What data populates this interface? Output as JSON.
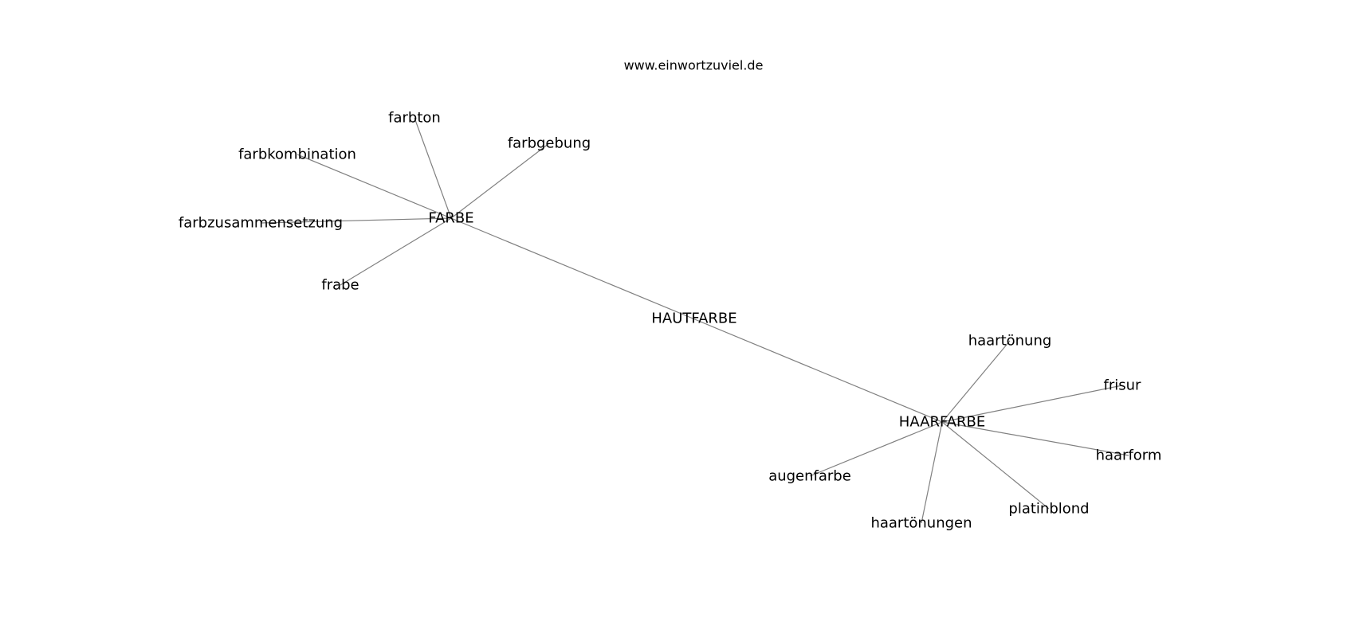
{
  "watermark": "www.einwortzuviel.de",
  "colors": {
    "edge": "#808080",
    "text": "#000000",
    "background": "#ffffff"
  },
  "nodes": [
    {
      "id": "hautfarbe",
      "label": "HAUTFARBE"
    },
    {
      "id": "farbe",
      "label": "FARBE"
    },
    {
      "id": "haarfarbe",
      "label": "HAARFARBE"
    },
    {
      "id": "farbton",
      "label": "farbton"
    },
    {
      "id": "farbgebung",
      "label": "farbgebung"
    },
    {
      "id": "farbkombination",
      "label": "farbkombination"
    },
    {
      "id": "farbzusammensetzung",
      "label": "farbzusammensetzung"
    },
    {
      "id": "frabe",
      "label": "frabe"
    },
    {
      "id": "haartoenung",
      "label": "haartönung"
    },
    {
      "id": "frisur",
      "label": "frisur"
    },
    {
      "id": "haarform",
      "label": "haarform"
    },
    {
      "id": "platinblond",
      "label": "platinblond"
    },
    {
      "id": "haartoenungen",
      "label": "haartönungen"
    },
    {
      "id": "augenfarbe",
      "label": "augenfarbe"
    }
  ],
  "edges": [
    [
      "farbe",
      "haarfarbe"
    ],
    [
      "farbe",
      "farbton"
    ],
    [
      "farbe",
      "farbgebung"
    ],
    [
      "farbe",
      "farbkombination"
    ],
    [
      "farbe",
      "farbzusammensetzung"
    ],
    [
      "farbe",
      "frabe"
    ],
    [
      "haarfarbe",
      "haartoenung"
    ],
    [
      "haarfarbe",
      "frisur"
    ],
    [
      "haarfarbe",
      "haarform"
    ],
    [
      "haarfarbe",
      "platinblond"
    ],
    [
      "haarfarbe",
      "haartoenungen"
    ],
    [
      "haarfarbe",
      "augenfarbe"
    ]
  ]
}
